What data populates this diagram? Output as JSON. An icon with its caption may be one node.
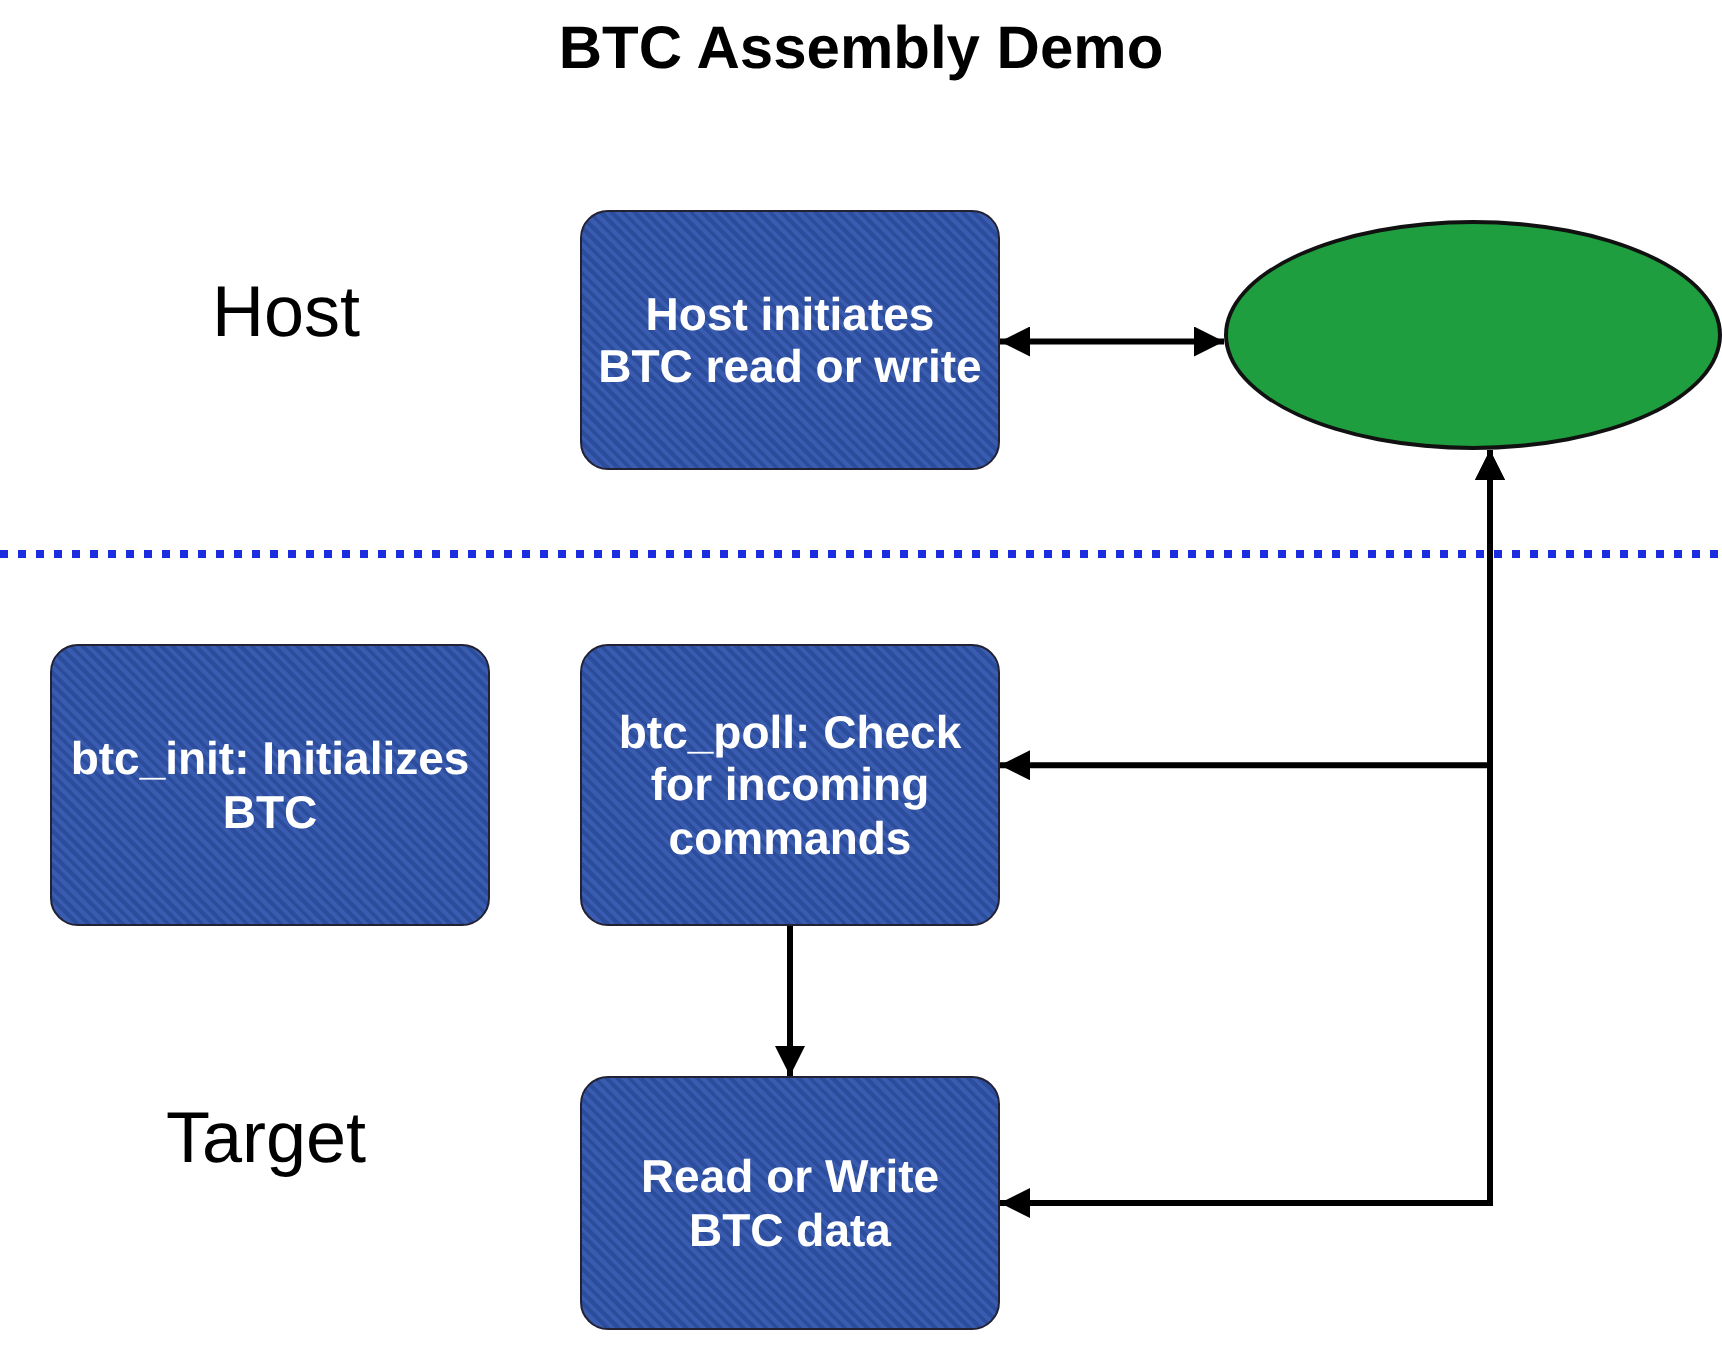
{
  "diagram": {
    "title": "BTC Assembly Demo",
    "nodes": [
      {
        "text": [
          "Host initiates BTC read or write"
        ]
      },
      {
        "text": [],
        "shape": "ellipse"
      },
      {
        "text": [
          "btc_init: Initializes BTC"
        ]
      },
      {
        "text": [
          "btc_poll: Check for incoming commands"
        ]
      },
      {
        "text": [
          "Read or Write BTC data"
        ]
      }
    ],
    "edges": [
      {
        "from": 0,
        "to": 1,
        "arrow": "both"
      },
      {
        "from": 1,
        "to": 3,
        "arrow": "both"
      },
      {
        "from": 1,
        "to": 4,
        "arrow": "both"
      },
      {
        "from": 3,
        "to": 4,
        "arrow": "to"
      }
    ],
    "labels": [
      "Host",
      "Target"
    ]
  }
}
